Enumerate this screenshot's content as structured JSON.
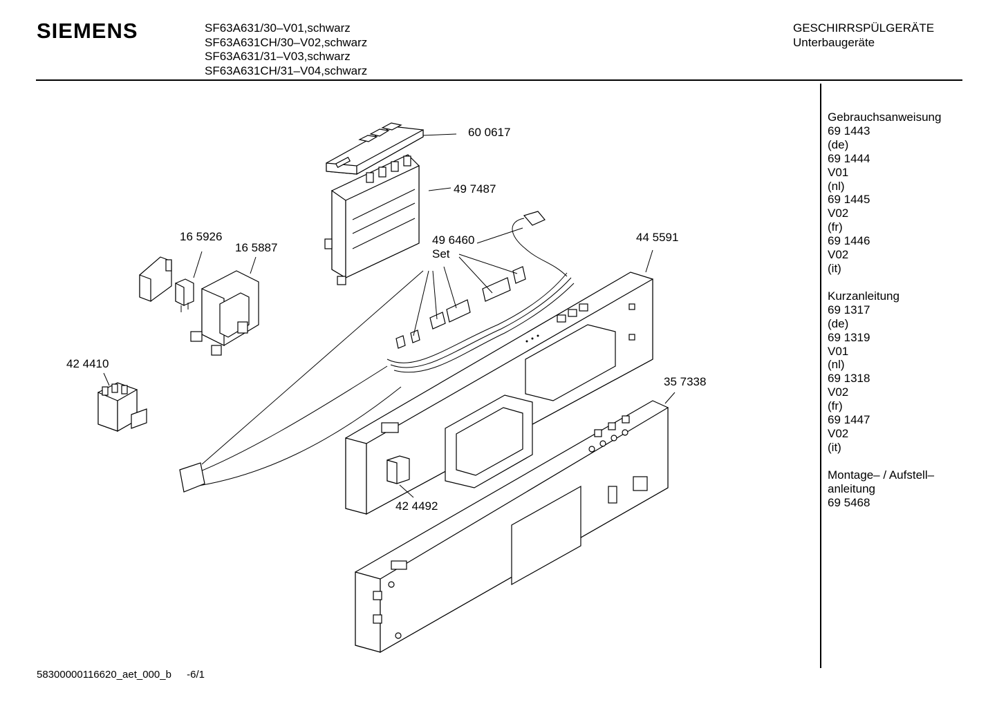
{
  "header": {
    "brand": "SIEMENS",
    "models": [
      "SF63A631/30–V01,schwarz",
      "SF63A631CH/30–V02,schwarz",
      "SF63A631/31–V03,schwarz",
      "SF63A631CH/31–V04,schwarz"
    ],
    "category": "GESCHIRRSPÜLGERÄTE",
    "subcategory": "Unterbaugeräte"
  },
  "sidebar": {
    "sections": [
      {
        "lines": [
          "Gebrauchsanweisung",
          "69 1443",
          "(de)",
          "69 1444",
          "V01",
          "(nl)",
          "69 1445",
          "V02",
          "(fr)",
          "69 1446",
          "V02",
          "(it)"
        ]
      },
      {
        "lines": [
          "Kurzanleitung",
          "69 1317",
          "(de)",
          "69 1319",
          "V01",
          "(nl)",
          "69 1318",
          "V02",
          "(fr)",
          "69 1447",
          "V02",
          "(it)"
        ]
      },
      {
        "lines": [
          "Montage– / Aufstell–",
          "anleitung",
          "69 5468"
        ]
      }
    ]
  },
  "parts": {
    "p600617": "60 0617",
    "p497487": "49 7487",
    "p496460": "49 6460",
    "set": "Set",
    "p445591": "44 5591",
    "p165926": "16 5926",
    "p165887": "16 5887",
    "p424410": "42 4410",
    "p357338": "35 7338",
    "p424492": "42 4492"
  },
  "footer": {
    "doc_id": "58300000116620_aet_000_b",
    "page": "-6/1"
  }
}
